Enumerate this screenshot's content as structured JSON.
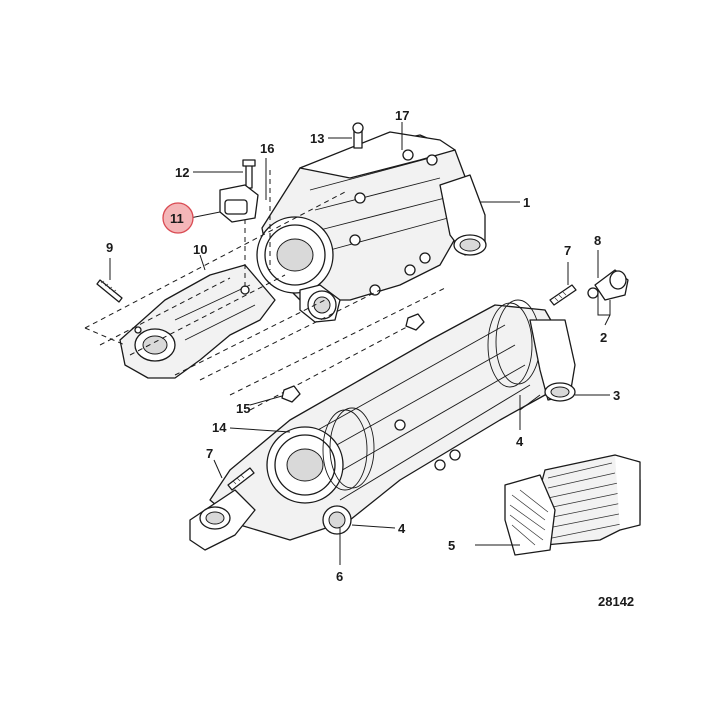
{
  "diagram": {
    "reference_number": "28142",
    "highlight_color": "#f4b6b8",
    "highlight_stroke": "#d94a52",
    "callouts": [
      "1",
      "2",
      "3",
      "4",
      "4",
      "5",
      "6",
      "7",
      "7",
      "8",
      "9",
      "10",
      "11",
      "12",
      "13",
      "14",
      "15",
      "16",
      "17"
    ],
    "highlighted_callout": "11"
  }
}
